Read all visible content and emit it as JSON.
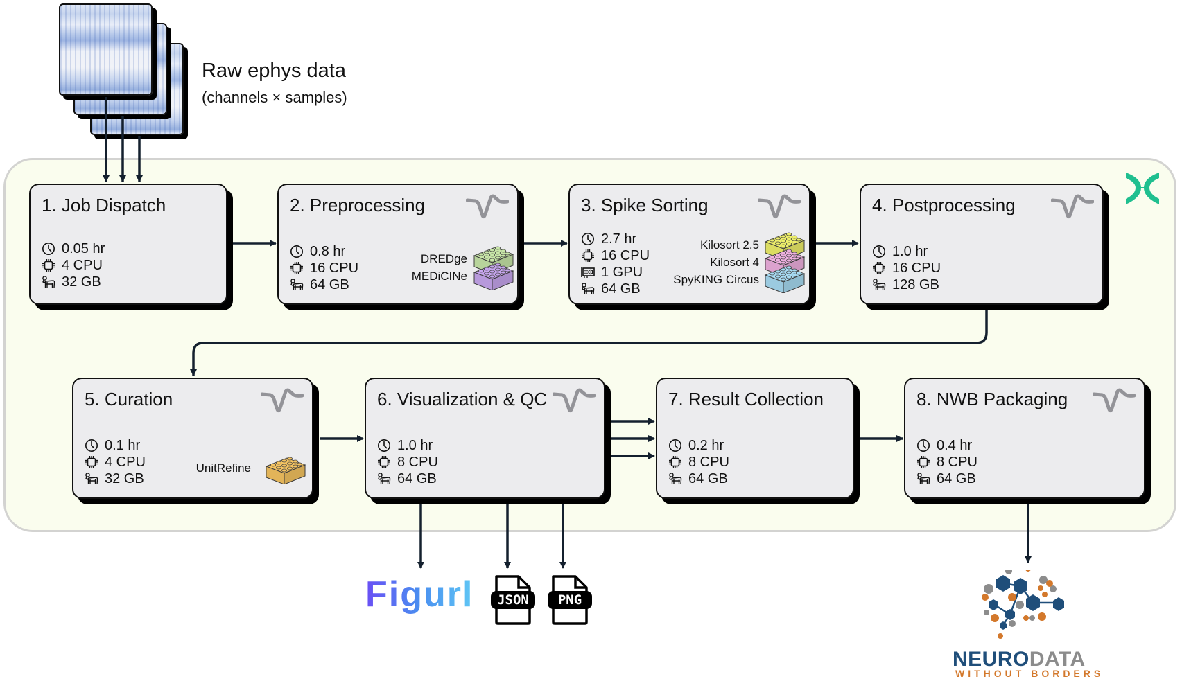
{
  "input": {
    "title": "Raw ephys data",
    "subtitle": "(channels × samples)"
  },
  "stages": [
    {
      "label": "1. Job Dispatch",
      "time": "0.05 hr",
      "cpu": "4 CPU",
      "memory": "32 GB",
      "tools": []
    },
    {
      "label": "2. Preprocessing",
      "time": "0.8 hr",
      "cpu": "16 CPU",
      "memory": "64 GB",
      "tools": [
        {
          "name": "DREDge",
          "color": "#c8e6a8"
        },
        {
          "name": "MEDiCINe",
          "color": "#c7a6ee"
        }
      ]
    },
    {
      "label": "3. Spike Sorting",
      "time": "2.7 hr",
      "cpu": "16 CPU",
      "gpu": "1 GPU",
      "memory": "64 GB",
      "tools": [
        {
          "name": "Kilosort 2.5",
          "color": "#eeef6a"
        },
        {
          "name": "Kilosort 4",
          "color": "#efb0e0"
        },
        {
          "name": "SpyKING Circus",
          "color": "#a8dcf4"
        }
      ]
    },
    {
      "label": "4. Postprocessing",
      "time": "1.0 hr",
      "cpu": "16 CPU",
      "memory": "128 GB",
      "tools": []
    },
    {
      "label": "5. Curation",
      "time": "0.1 hr",
      "cpu": "4 CPU",
      "memory": "32 GB",
      "tools": [
        {
          "name": "UnitRefine",
          "color": "#f6c461"
        }
      ]
    },
    {
      "label": "6. Visualization & QC",
      "time": "1.0 hr",
      "cpu": "8 CPU",
      "memory": "64 GB",
      "tools": []
    },
    {
      "label": "7. Result Collection",
      "time": "0.2 hr",
      "cpu": "8 CPU",
      "memory": "64 GB",
      "tools": []
    },
    {
      "label": "8. NWB Packaging",
      "time": "0.4 hr",
      "cpu": "8 CPU",
      "memory": "64 GB",
      "tools": []
    }
  ],
  "outputs": {
    "figurl": "Figurl",
    "json": "JSON",
    "png": "PNG",
    "nwb_line1_a": "NEURO",
    "nwb_line1_b": "DATA",
    "nwb_line2": "WITHOUT BORDERS"
  },
  "colors": {
    "container_bg": "#fafdee",
    "box_bg": "#ececee",
    "arrow": "#14202e",
    "logo_teal": "#1fbf8f",
    "nwb_blue": "#1f4e7a",
    "nwb_gray": "#8c8c8c",
    "nwb_orange": "#d3782b"
  }
}
